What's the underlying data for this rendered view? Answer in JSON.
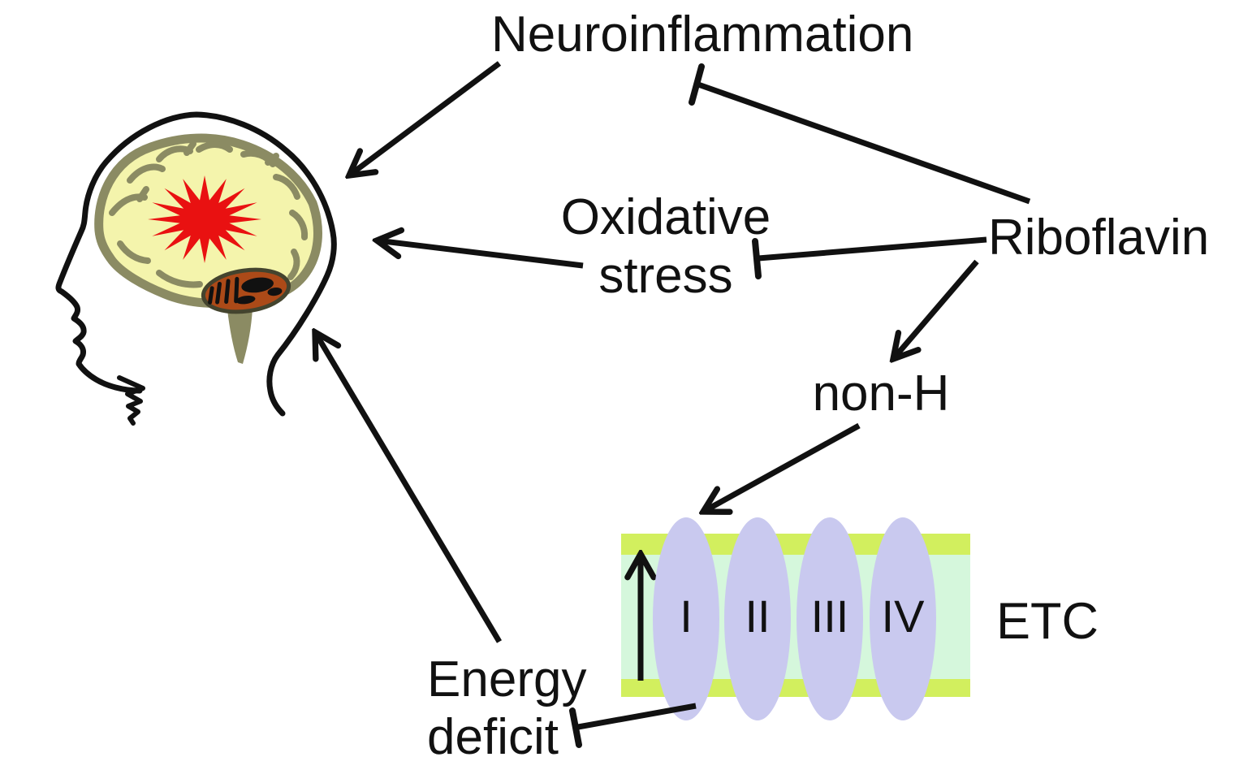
{
  "figure": {
    "type": "pathway-diagram",
    "nodes": {
      "neuroinflammation": {
        "label": "Neuroinflammation"
      },
      "oxidative_stress": {
        "line1": "Oxidative",
        "line2": "stress"
      },
      "riboflavin": {
        "label": "Riboflavin"
      },
      "non_h": {
        "label": "non-H"
      },
      "energy_deficit": {
        "line1": "Energy",
        "line2": "deficit"
      },
      "etc": {
        "label": "ETC",
        "complexes": [
          {
            "label": "I"
          },
          {
            "label": "II"
          },
          {
            "label": "III"
          },
          {
            "label": "IV"
          }
        ]
      }
    },
    "icons": {
      "brain": "head-profile-with-brain-illustration",
      "inflammation": "red-starburst",
      "membrane": "lipid-bilayer-with-complex-ellipses",
      "gradient": "upward-arrow"
    },
    "edges": [
      {
        "from": "Neuroinflammation",
        "to": "Brain",
        "type": "arrow"
      },
      {
        "from": "Riboflavin",
        "to": "Neuroinflammation",
        "type": "inhibition"
      },
      {
        "from": "Oxidative stress",
        "to": "Brain",
        "type": "arrow"
      },
      {
        "from": "Riboflavin",
        "to": "Oxidative stress",
        "type": "inhibition"
      },
      {
        "from": "Riboflavin",
        "to": "non-H",
        "type": "arrow"
      },
      {
        "from": "non-H",
        "to": "ETC complex I",
        "type": "arrow"
      },
      {
        "from": "ETC complex I",
        "to": "Energy deficit",
        "type": "inhibition"
      },
      {
        "from": "Energy deficit",
        "to": "Brain",
        "type": "arrow"
      }
    ],
    "colors": {
      "brain_fill": "#f4f4ac",
      "brain_outline": "#8b8b63",
      "inflammation_red": "#e91111",
      "cerebellum_brown": "#ac4a18",
      "brainstem_olive": "#8b8b63",
      "membrane_lipid_yellow": "#d2ef5e",
      "membrane_interior_green": "#d5f7dc",
      "complex_lavender": "#c9c9ef",
      "line_black": "#111111"
    }
  }
}
